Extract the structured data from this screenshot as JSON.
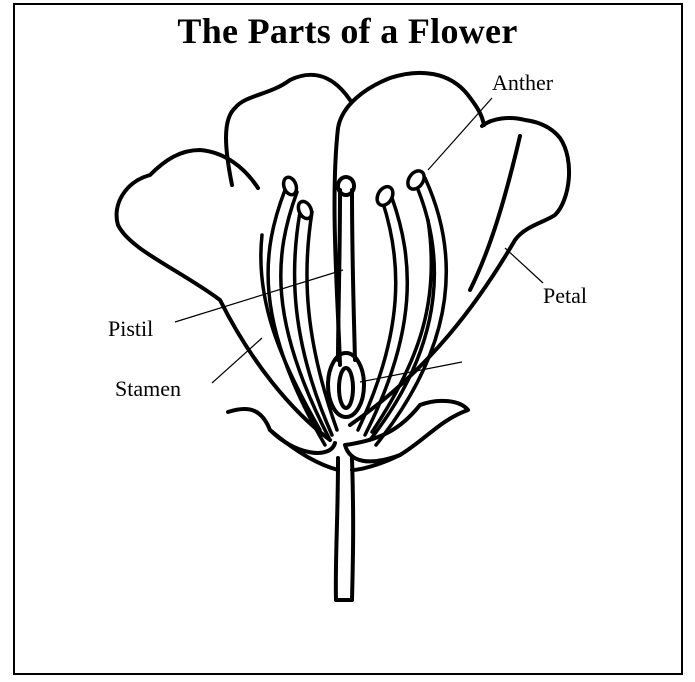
{
  "title": "The Parts of a Flower",
  "labels": {
    "anther": "Anther",
    "petal": "Petal",
    "pistil": "Pistil",
    "stamen": "Stamen"
  }
}
